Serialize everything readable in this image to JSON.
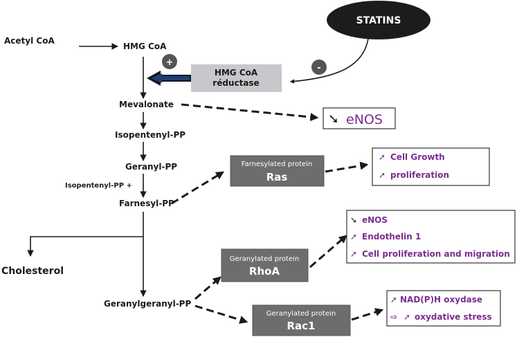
{
  "pathway": {
    "acetyl_coa": "Acetyl CoA",
    "hmg_coa": "HMG CoA",
    "mevalonate": "Mevalonate",
    "isopentenyl_pp": "Isopentenyl-PP",
    "geranyl_pp": "Geranyl-PP",
    "isopentenyl_pp_plus": "Isopentenyl-PP +",
    "farnesyl_pp": "Farnesyl-PP",
    "cholesterol": "Cholesterol",
    "geranylgeranyl_pp": "Geranylgeranyl-PP"
  },
  "statins": {
    "label": "STATINS",
    "color": "#1c1c1c"
  },
  "reductase": {
    "line1": "HMG CoA",
    "line2": "réductase",
    "color": "#c8c8cc"
  },
  "signs": {
    "plus": "+",
    "minus": "-"
  },
  "enos_box": {
    "arrow": "➘",
    "label": "eNOS"
  },
  "ras_box": {
    "caption": "Farnesylated protein",
    "title": "Ras"
  },
  "rhoa_box": {
    "caption": "Geranylated protein",
    "title": "RhoA"
  },
  "rac1_box": {
    "caption": "Geranylated protein",
    "title": "Rac1"
  },
  "ras_effects": [
    {
      "arrow": "➚",
      "label": "Cell Growth"
    },
    {
      "arrow": "➚",
      "label": "proliferation"
    }
  ],
  "rhoa_effects": [
    {
      "arrow": "➘",
      "label": "eNOS"
    },
    {
      "arrow": "➚",
      "label": "Endothelin 1"
    },
    {
      "arrow": "➚",
      "label": "Cell proliferation and migration"
    }
  ],
  "rac1_effects": [
    {
      "arrow": "➚",
      "label": "NAD(P)H oxydase"
    },
    {
      "prefix": "⇨",
      "arrow": "➚",
      "label": "oxydative stress"
    }
  ],
  "colors": {
    "effect_text": "#7a2e8e",
    "protein_box": "#6d6d6d",
    "sign_circle": "#555555",
    "reductase_arrow": "#1f3f73"
  }
}
